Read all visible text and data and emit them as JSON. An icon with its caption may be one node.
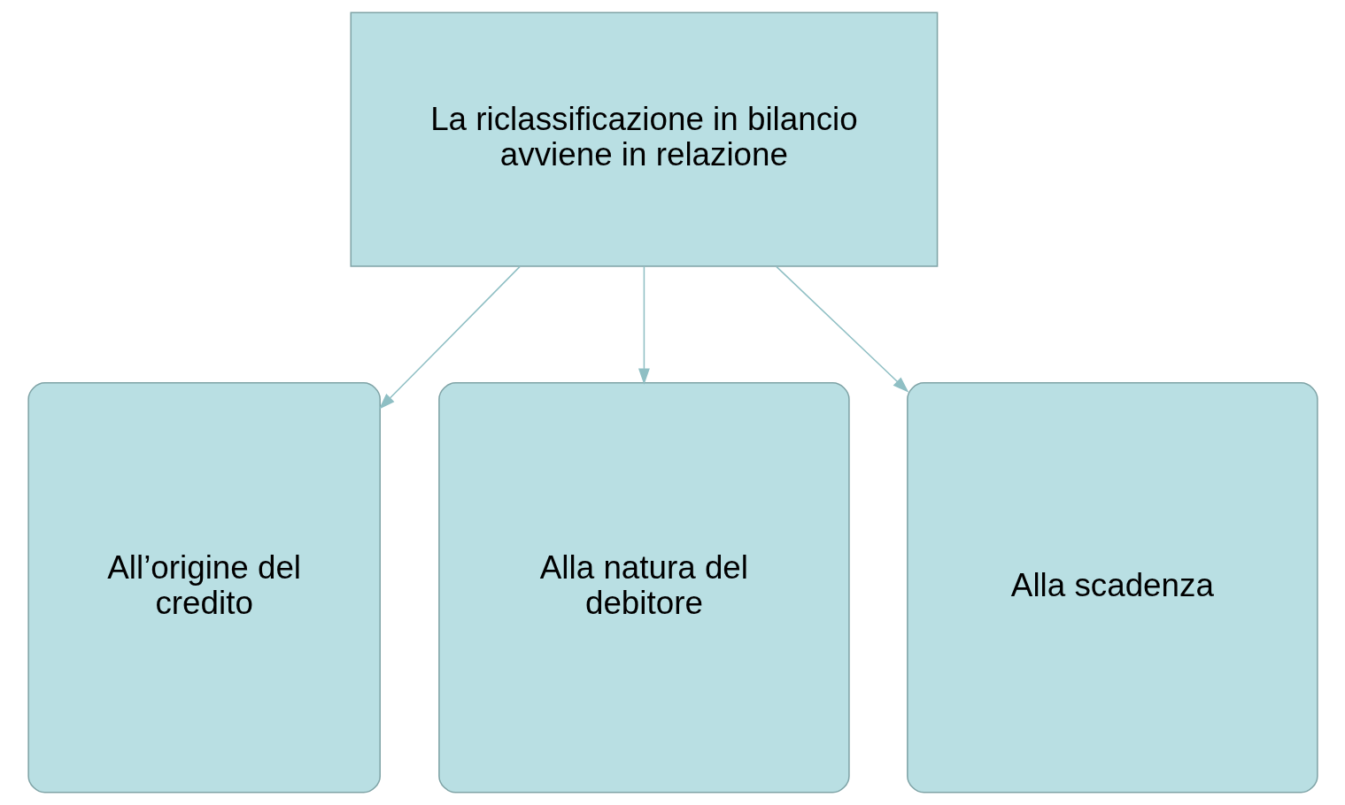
{
  "diagram": {
    "nodes": [
      {
        "text": [
          "La riclassificazione in bilancio avviene in relazione"
        ]
      },
      {
        "text": [
          "All’origine del credito"
        ]
      },
      {
        "text": [
          "Alla natura del debitore"
        ]
      },
      {
        "text": [
          "Alla scadenza"
        ]
      }
    ],
    "edges": [
      {
        "from": 0,
        "to": 1,
        "arrow": "to"
      },
      {
        "from": 0,
        "to": 2,
        "arrow": "to"
      },
      {
        "from": 0,
        "to": 3,
        "arrow": "to"
      }
    ]
  }
}
